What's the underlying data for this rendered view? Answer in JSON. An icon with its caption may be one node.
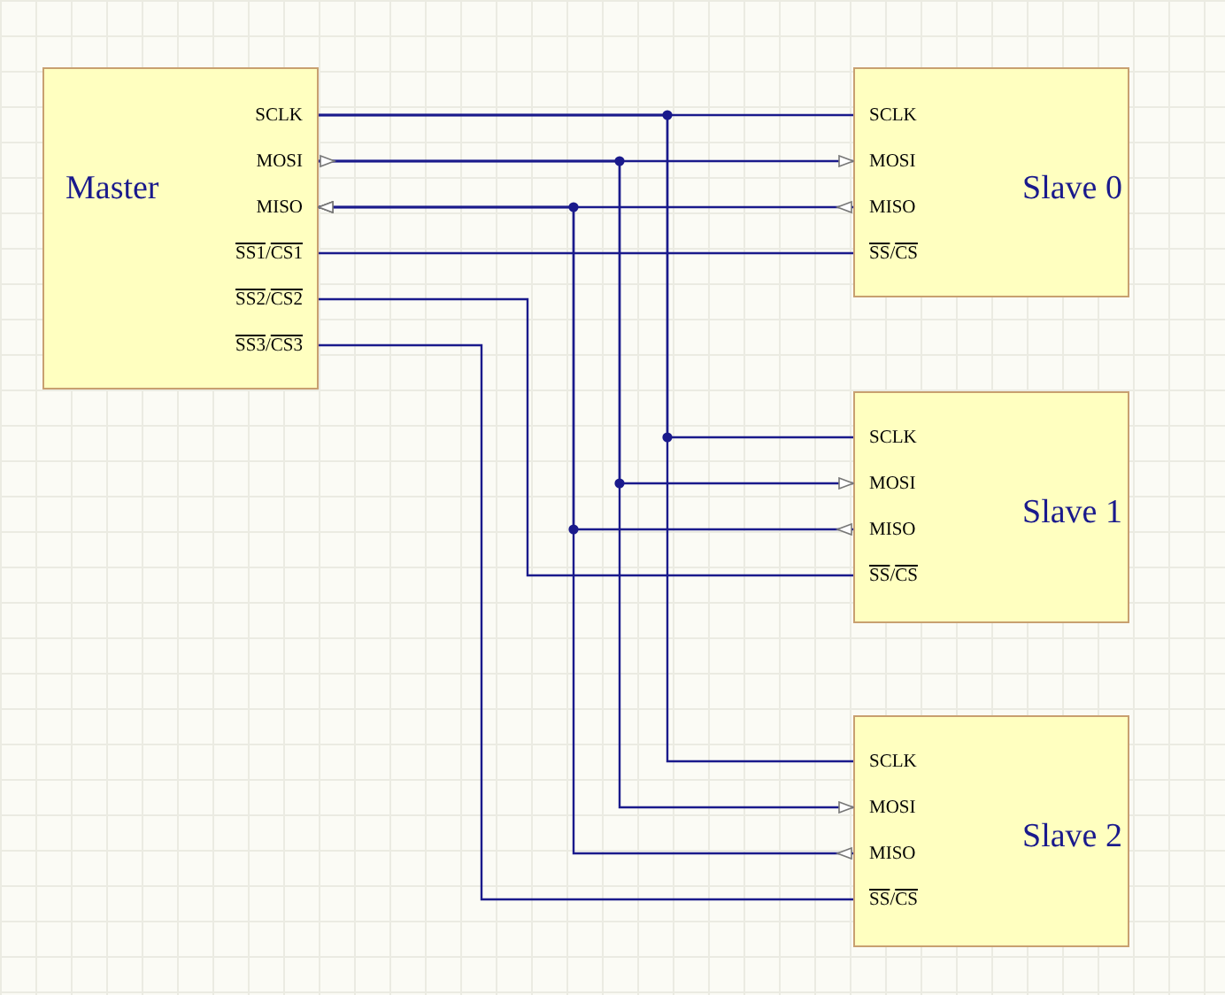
{
  "diagram": {
    "nodes": [
      {
        "text": [
          "Master"
        ]
      },
      {
        "text": [
          "SCLK"
        ],
        "in": 0
      },
      {
        "text": [
          "MOSI"
        ],
        "in": 0
      },
      {
        "text": [
          "MISO"
        ],
        "in": 0
      },
      {
        "text": [
          "SS1/CS1"
        ],
        "in": 0
      },
      {
        "text": [
          "SS2/CS2"
        ],
        "in": 0
      },
      {
        "text": [
          "SS3/CS3"
        ],
        "in": 0
      },
      {
        "text": [
          "Slave 0"
        ]
      },
      {
        "text": [
          "SCLK"
        ],
        "in": 7
      },
      {
        "text": [
          "MOSI"
        ],
        "in": 7
      },
      {
        "text": [
          "MISO"
        ],
        "in": 7
      },
      {
        "text": [
          "SS/CS"
        ],
        "in": 7
      },
      {
        "text": [
          "Slave 1"
        ]
      },
      {
        "text": [
          "SCLK"
        ],
        "in": 12
      },
      {
        "text": [
          "MOSI"
        ],
        "in": 12
      },
      {
        "text": [
          "MISO"
        ],
        "in": 12
      },
      {
        "text": [
          "SS/CS"
        ],
        "in": 12
      },
      {
        "text": [
          "Slave 2"
        ]
      },
      {
        "text": [
          "SCLK"
        ],
        "in": 17
      },
      {
        "text": [
          "MOSI"
        ],
        "in": 17
      },
      {
        "text": [
          "MISO"
        ],
        "in": 17
      },
      {
        "text": [
          "SS/CS"
        ],
        "in": 17
      }
    ],
    "edges": [
      {
        "from": 1,
        "to": 8,
        "arrow": "none"
      },
      {
        "from": 1,
        "to": 13,
        "arrow": "none"
      },
      {
        "from": 1,
        "to": 18,
        "arrow": "none"
      },
      {
        "from": 2,
        "to": 9,
        "arrow": "to"
      },
      {
        "from": 2,
        "to": 14,
        "arrow": "to"
      },
      {
        "from": 2,
        "to": 19,
        "arrow": "to"
      },
      {
        "from": 10,
        "to": 3,
        "arrow": "to"
      },
      {
        "from": 15,
        "to": 3,
        "arrow": "to"
      },
      {
        "from": 20,
        "to": 3,
        "arrow": "to"
      },
      {
        "from": 4,
        "to": 11,
        "arrow": "none"
      },
      {
        "from": 5,
        "to": 16,
        "arrow": "none"
      },
      {
        "from": 6,
        "to": 21,
        "arrow": "none"
      }
    ]
  }
}
